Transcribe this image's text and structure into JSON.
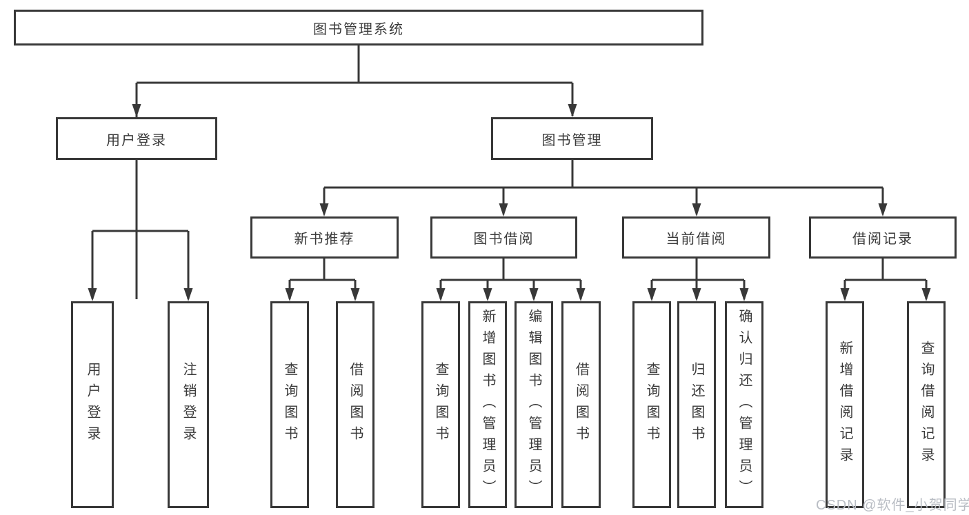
{
  "diagram_title": "图书管理系统",
  "tree": {
    "root": {
      "label": "图书管理系统"
    },
    "branches": [
      {
        "label": "用户登录",
        "children": [
          {
            "label": "用户登录"
          },
          {
            "label": "注销登录"
          }
        ]
      },
      {
        "label": "图书管理",
        "children": [
          {
            "label": "新书推荐",
            "children": [
              {
                "label": "查询图书"
              },
              {
                "label": "借阅图书"
              }
            ]
          },
          {
            "label": "图书借阅",
            "children": [
              {
                "label": "查询图书"
              },
              {
                "label": "新增图书（管理员）"
              },
              {
                "label": "编辑图书（管理员）"
              },
              {
                "label": "借阅图书"
              }
            ]
          },
          {
            "label": "当前借阅",
            "children": [
              {
                "label": "查询图书"
              },
              {
                "label": "归还图书"
              },
              {
                "label": "确认归还（管理员）"
              }
            ]
          },
          {
            "label": "借阅记录",
            "children": [
              {
                "label": "新增借阅记录"
              },
              {
                "label": "查询借阅记录"
              }
            ]
          }
        ]
      }
    ]
  },
  "watermark": {
    "text": "CSDN @软件_小贺同学",
    "color": "#b9bdc4"
  },
  "colors": {
    "line": "#383838",
    "box_border": "#383838",
    "text": "#3a3a3a",
    "background": "#ffffff"
  }
}
